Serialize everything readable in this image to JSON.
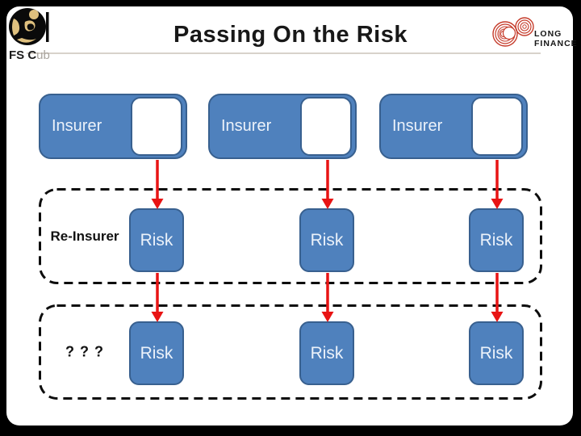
{
  "slide": {
    "title": "Passing On the Risk"
  },
  "header": {
    "fs_club_logo": {
      "text_bold": "FS C",
      "text_light": "ub"
    },
    "long_finance_logo": {
      "line1": "LONG",
      "line2": "FINANCE"
    }
  },
  "diagram": {
    "insurers": [
      {
        "label": "Insurer"
      },
      {
        "label": "Insurer"
      },
      {
        "label": "Insurer"
      }
    ],
    "reinsurer_row": {
      "label": "Re-Insurer",
      "risks": [
        {
          "label": "Risk"
        },
        {
          "label": "Risk"
        },
        {
          "label": "Risk"
        }
      ]
    },
    "retro_row": {
      "label": "? ? ?",
      "risks": [
        {
          "label": "Risk"
        },
        {
          "label": "Risk"
        },
        {
          "label": "Risk"
        }
      ]
    }
  },
  "colors": {
    "frame": "#000000",
    "slide_bg": "#ffffff",
    "box_fill": "#4f81bd",
    "box_border": "#38608f",
    "box_text": "#ecf2fa",
    "arrow": "#e81414",
    "dashed_border": "#0d0d0d",
    "label_text": "#111111",
    "separator": "#d8d2cb",
    "logo_gold": "#dfc07e",
    "logo_red": "#c53b2a",
    "title_color": "#181818"
  }
}
